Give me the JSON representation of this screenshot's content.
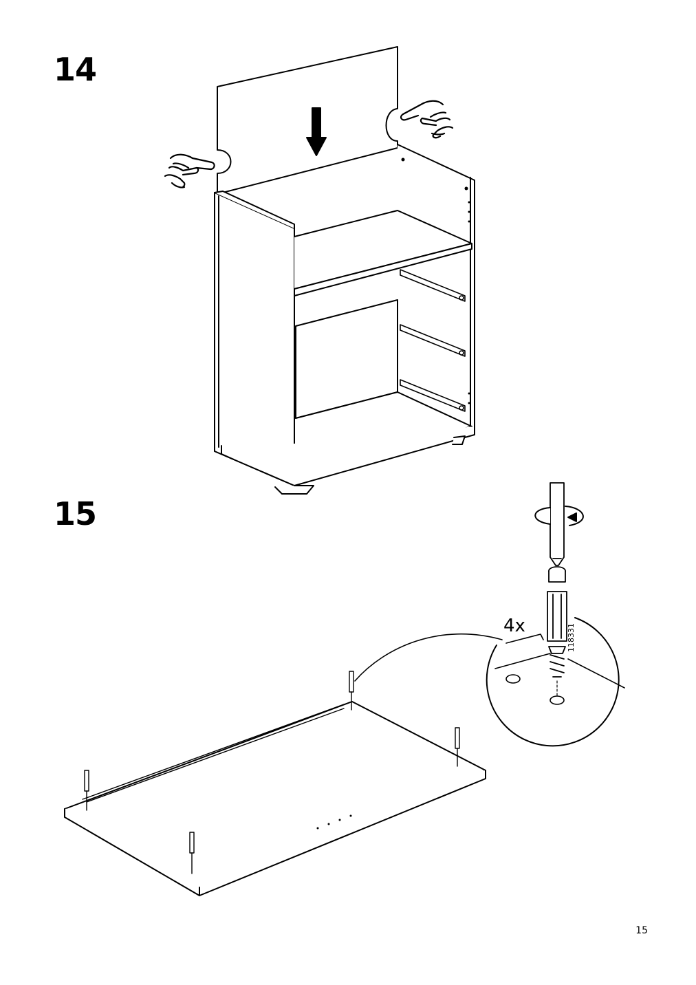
{
  "steps": [
    {
      "number": "14"
    },
    {
      "number": "15"
    }
  ],
  "step15": {
    "quantity": "4x",
    "part_number": "118331"
  },
  "page": {
    "number": "15"
  },
  "icons": [
    "hand-pointing-icon",
    "down-arrow-icon",
    "screwdriver-icon",
    "rotate-arrow-icon",
    "dowel-screw-icon"
  ]
}
